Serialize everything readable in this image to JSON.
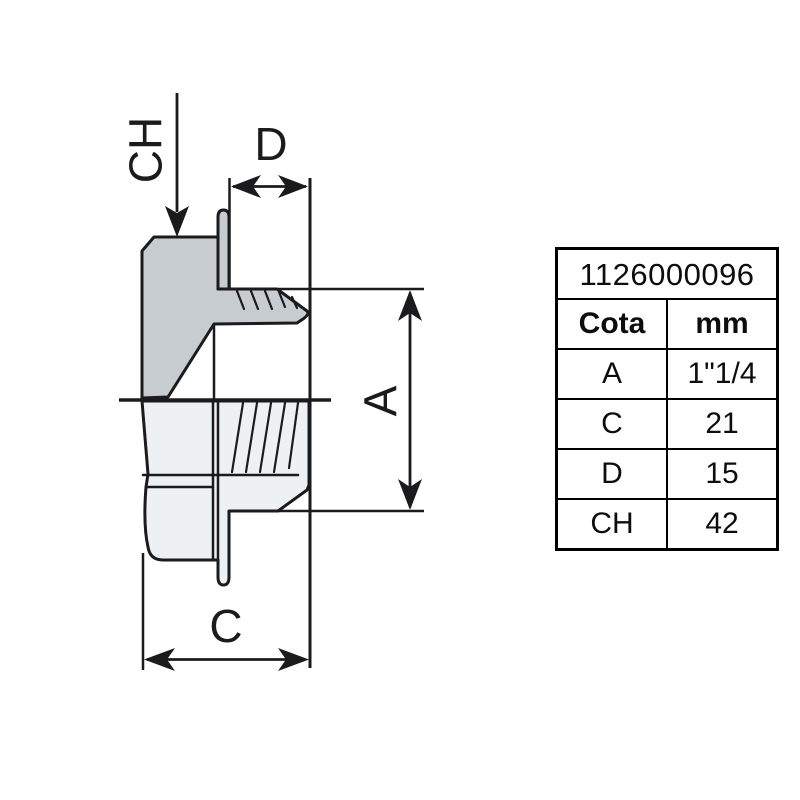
{
  "drawing": {
    "labels": {
      "width_across_flats": "CH",
      "thread_length": "D",
      "thread_size": "A",
      "overall_length": "C"
    },
    "colors": {
      "section_fill": "#c7ccd1",
      "body_fill": "#eef1f3",
      "line": "#1b1b1d"
    }
  },
  "table": {
    "part_number": "1126000096",
    "columns": [
      "Cota",
      "mm"
    ],
    "rows": [
      {
        "cota": "A",
        "mm": "1\"1/4"
      },
      {
        "cota": "C",
        "mm": "21"
      },
      {
        "cota": "D",
        "mm": "15"
      },
      {
        "cota": "CH",
        "mm": "42"
      }
    ]
  }
}
